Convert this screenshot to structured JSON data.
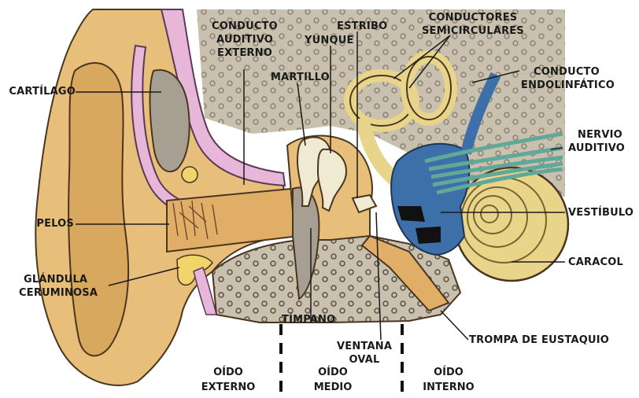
{
  "labels": {
    "cartilago": "CARTÍLAGO",
    "conducto_auditivo_externo": [
      "CONDUCTO",
      "AUDITIVO",
      "EXTERNO"
    ],
    "estribo": "ESTRIBO",
    "yunque": "YUNQUE",
    "martillo": "MARTILLO",
    "conductores_semicirculares": [
      "CONDUCTORES",
      "SEMICIRCULARES"
    ],
    "conducto_endolinfatico": [
      "CONDUCTO",
      "ENDOLINFÁTICO"
    ],
    "nervio_auditivo": [
      "NERVIO",
      "AUDITIVO"
    ],
    "vestibulo": "VESTÍBULO",
    "caracol": "CARACOL",
    "pelos": "PELOS",
    "glandula_ceruminosa": [
      "GLÁNDULA",
      "CERUMINOSA"
    ],
    "timpano": "TÍMPANO",
    "ventana_oval": [
      "VENTANA",
      "OVAL"
    ],
    "trompa_de_eustaquio": "TROMPA DE EUSTAQUIO"
  },
  "sections": {
    "externo": [
      "OÍDO",
      "EXTERNO"
    ],
    "medio": [
      "OÍDO",
      "MEDIO"
    ],
    "interno": [
      "OÍDO",
      "INTERNO"
    ]
  },
  "colors": {
    "skin": "#e8bf7a",
    "skin_dark": "#c99a55",
    "cartilage": "#e7b6d8",
    "bone": "#b5ab9a",
    "bone_bg": "#c9c1ae",
    "cochlea": "#e8d58a",
    "vestibule": "#3d6fa8",
    "nerve": "#5fa89a",
    "ossicle": "#f1ead2"
  }
}
